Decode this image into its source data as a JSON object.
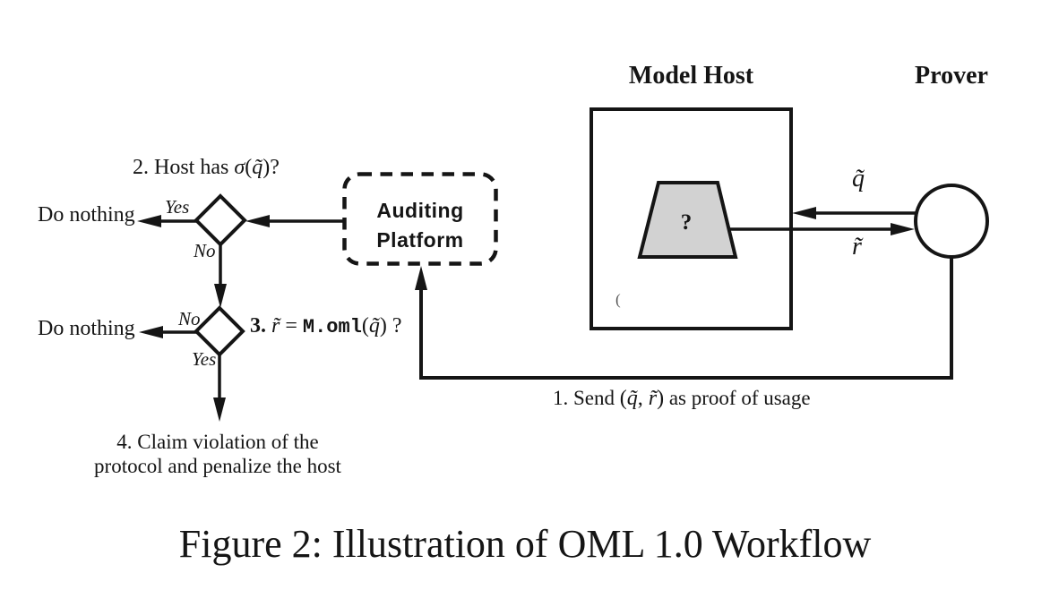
{
  "figure": {
    "caption": "Figure 2: Illustration of OML 1.0 Workflow",
    "colors": {
      "ink": "#151515",
      "trapezoid_fill": "#d2d2d2",
      "background": "#ffffff"
    },
    "model_host": {
      "label": "Model Host",
      "model_symbol": "?"
    },
    "prover": {
      "label": "Prover"
    },
    "auditing_platform": {
      "line1": "Auditing",
      "line2": "Platform"
    },
    "arrows": {
      "query_label": "q̃",
      "response_label": "r̃"
    },
    "steps": {
      "step1": {
        "prefix": "1. Send ",
        "open": "(",
        "q": "q̃",
        "comma": ", ",
        "r": "r̃",
        "close": ")",
        "suffix": " as proof of usage"
      },
      "step2": {
        "prefix": "2. Host has ",
        "sigma": "σ",
        "open": "(",
        "q": "q̃",
        "close": ")",
        "suffix": "?"
      },
      "step3": {
        "num": "3.",
        "r": " r̃",
        "eq": " = ",
        "code": "M.oml",
        "open": "(",
        "q": "q̃",
        "close": ")",
        "suffix": " ?"
      },
      "step4": {
        "line1": "4. Claim violation of the",
        "line2": "protocol and penalize the host"
      }
    },
    "decisions": {
      "d1": {
        "yes": "Yes",
        "no": "No",
        "yes_outcome": "Do nothing"
      },
      "d2": {
        "no": "No",
        "yes": "Yes",
        "no_outcome": "Do nothing"
      }
    },
    "stray_mark": "("
  }
}
